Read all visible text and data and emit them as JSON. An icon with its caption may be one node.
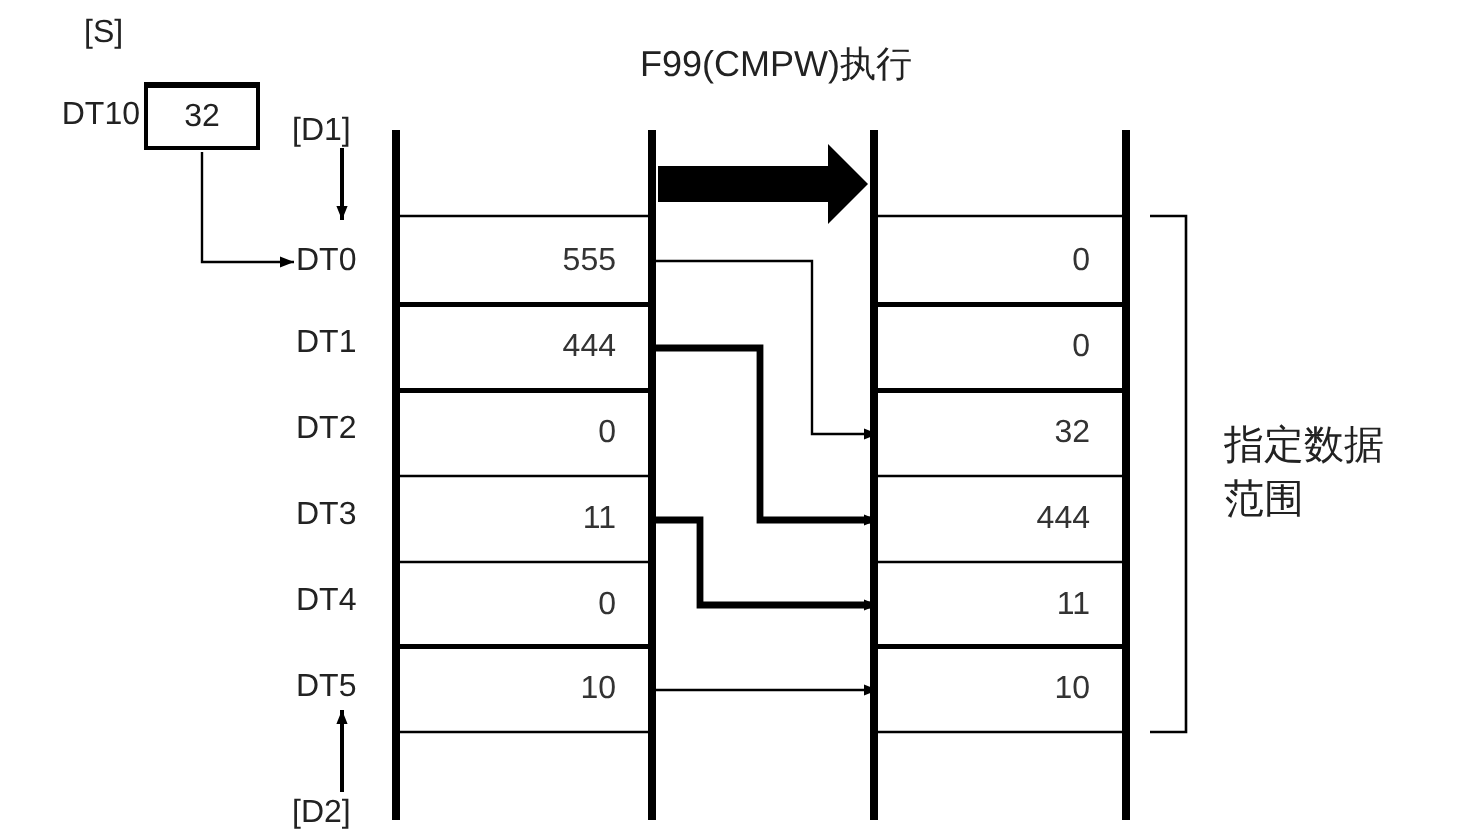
{
  "diagram": {
    "nodes": [
      {
        "text": [
          "32"
        ],
        "beside": [
          "[S]",
          "DT10"
        ]
      },
      {
        "text": [
          "DT0"
        ]
      },
      {
        "text": [],
        "shape": "box"
      },
      {
        "text": [
          "555"
        ],
        "in": 2
      },
      {
        "text": [
          "444"
        ],
        "in": 2
      },
      {
        "text": [
          "0"
        ],
        "in": 2
      },
      {
        "text": [
          "11"
        ],
        "in": 2
      },
      {
        "text": [
          "0"
        ],
        "in": 2
      },
      {
        "text": [
          "10"
        ],
        "in": 2
      },
      {
        "text": [],
        "shape": "box"
      },
      {
        "text": [
          "0"
        ],
        "in": 9
      },
      {
        "text": [
          "0"
        ],
        "in": 9
      },
      {
        "text": [
          "32"
        ],
        "in": 9
      },
      {
        "text": [
          "444"
        ],
        "in": 9
      },
      {
        "text": [
          "11"
        ],
        "in": 9
      },
      {
        "text": [
          "10"
        ],
        "in": 9
      }
    ],
    "edges": [
      {
        "from": 0,
        "to": 1,
        "arrow": "to"
      },
      {
        "from": 2,
        "to": 9,
        "arrow": "to",
        "label": "F99(CMPW)执行",
        "style": "thick"
      },
      {
        "from": 3,
        "to": 12,
        "arrow": "to"
      },
      {
        "from": 4,
        "to": 13,
        "arrow": "to",
        "style": "thick"
      },
      {
        "from": 6,
        "to": 14,
        "arrow": "to",
        "style": "thick"
      },
      {
        "from": 8,
        "to": 15,
        "arrow": "to"
      }
    ],
    "labels": [
      "[D1]",
      "DT1",
      "DT2",
      "DT3",
      "DT4",
      "DT5",
      "[D2]",
      "指定数据范围"
    ]
  }
}
